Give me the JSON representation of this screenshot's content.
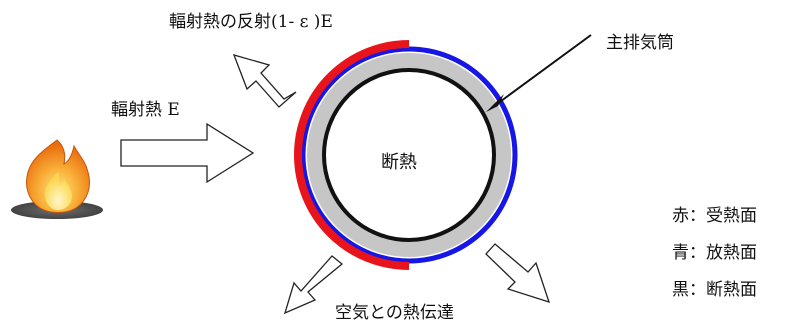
{
  "labels": {
    "reflected_radiation": "輻射熱の反射(1- ε )E",
    "incident_radiation": "輻射熱 E",
    "main_exhaust_pipe": "主排気筒",
    "insulation": "断熱",
    "air_heat_transfer": "空気との熱伝達"
  },
  "legend": {
    "red": "赤：受熱面",
    "blue": "青：放熱面",
    "black": "黒：断熱面"
  },
  "colors": {
    "heat_receiving_surface": "#e8141c",
    "heat_radiating_surface": "#1616e6",
    "insulated_surface": "#111111",
    "insulation_fill": "#c6c6c6",
    "arrow_outline": "#222222",
    "flame_outer": "#f07a10",
    "flame_inner": "#fbd64a",
    "flame_base": "#5a5a5a"
  },
  "icons": {
    "fire": "fire-icon"
  }
}
